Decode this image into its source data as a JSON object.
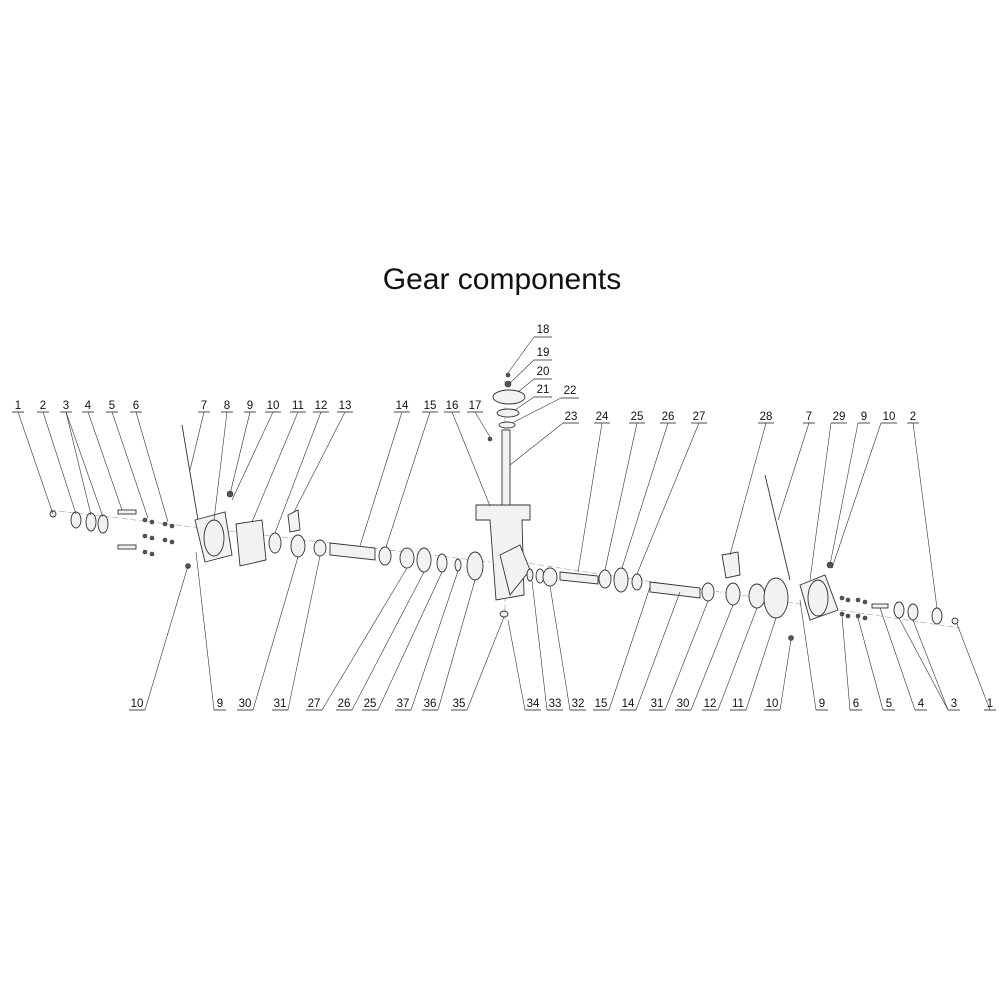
{
  "title": "Gear components",
  "labels": {
    "top": [
      "1",
      "2",
      "3",
      "4",
      "5",
      "6",
      "7",
      "8",
      "9",
      "10",
      "11",
      "12",
      "13",
      "14",
      "15",
      "16",
      "17",
      "23",
      "24",
      "25",
      "26",
      "27",
      "28",
      "7",
      "29",
      "9",
      "10",
      "2"
    ],
    "vertical": [
      "18",
      "19",
      "20",
      "21",
      "22"
    ],
    "bottom": [
      "10",
      "9",
      "30",
      "31",
      "27",
      "26",
      "25",
      "37",
      "36",
      "35",
      "34",
      "33",
      "32",
      "15",
      "14",
      "31",
      "30",
      "12",
      "11",
      "10",
      "9",
      "6",
      "5",
      "4",
      "3",
      "1"
    ]
  }
}
